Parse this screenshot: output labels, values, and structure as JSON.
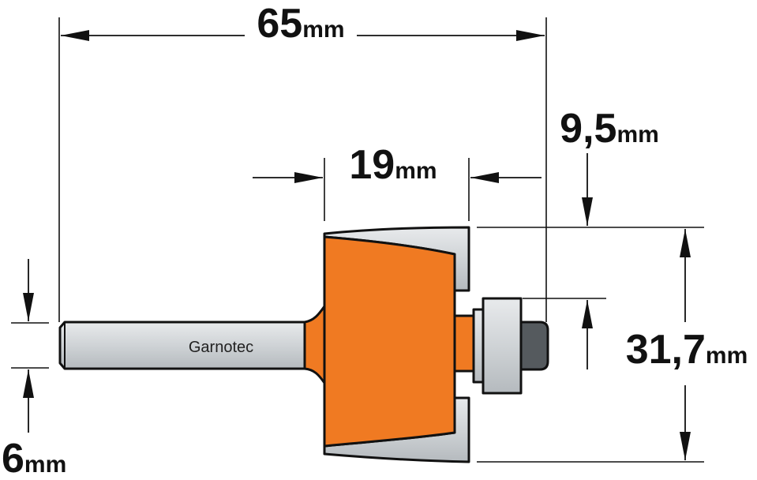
{
  "dimensions": {
    "overall_length": {
      "value": "65",
      "unit": "mm"
    },
    "cutter_height": {
      "value": "19",
      "unit": "mm"
    },
    "cut_depth": {
      "value": "9,5",
      "unit": "mm"
    },
    "cutter_diameter": {
      "value": "31,7",
      "unit": "mm"
    },
    "shank_diameter": {
      "value": "6",
      "unit": "mm"
    }
  },
  "shank_label": "Garnotec",
  "colors": {
    "cutter_body": "#f07a22",
    "steel": "#cfd3d6",
    "bearing_core": "#555a5e",
    "outline": "#111111"
  }
}
